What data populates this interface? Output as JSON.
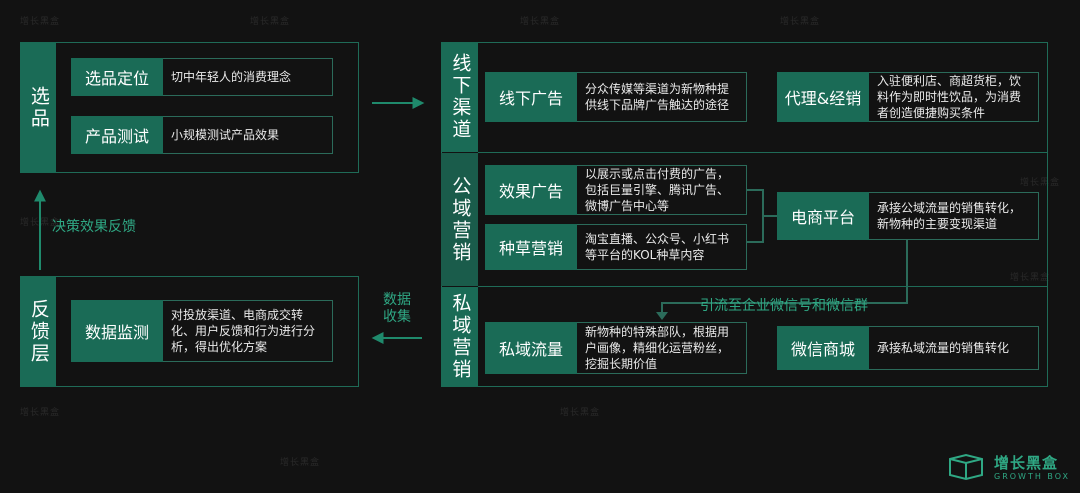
{
  "left": {
    "select": {
      "title": "选品",
      "items": [
        {
          "tag": "选品定位",
          "desc": "切中年轻人的消费理念"
        },
        {
          "tag": "产品测试",
          "desc": "小规模测试产品效果"
        }
      ]
    },
    "feedback_arrow_label": "决策效果反馈",
    "feedback": {
      "title": "反馈层",
      "tag": "数据监测",
      "desc": "对投放渠道、电商成交转化、用户反馈和行为进行分析，得出优化方案"
    },
    "collect_label": "数据收集"
  },
  "offline": {
    "title": "线下渠道",
    "items": [
      {
        "tag": "线下广告",
        "desc": "分众传媒等渠道为新物种提供线下品牌广告触达的途径"
      },
      {
        "tag": "代理&经销",
        "desc": "入驻便利店、商超货柜，饮料作为即时性饮品，为消费者创造便捷购买条件"
      }
    ]
  },
  "public": {
    "title": "公域营销",
    "items": [
      {
        "tag": "效果广告",
        "desc": "以展示或点击付费的广告，包括巨量引擎、腾讯广告、微博广告中心等"
      },
      {
        "tag": "种草营销",
        "desc": "淘宝直播、公众号、小红书等平台的KOL种草内容"
      }
    ],
    "ecom": {
      "tag": "电商平台",
      "desc": "承接公域流量的销售转化，新物种的主要变现渠道"
    },
    "flow_label": "引流至企业微信号和微信群"
  },
  "private": {
    "title": "私域营销",
    "items": [
      {
        "tag": "私域流量",
        "desc": "新物种的特殊部队，根据用户画像，精细化运营粉丝，挖掘长期价值"
      },
      {
        "tag": "微信商城",
        "desc": "承接私域流量的销售转化"
      }
    ]
  },
  "brand": {
    "name": "增长黑盒",
    "sub": "GROWTH BOX"
  },
  "watermark": "增长黑盒",
  "colors": {
    "accent": "#1a6b56",
    "line": "#1f6b57",
    "text_green": "#2fa884",
    "background": "#121212"
  }
}
